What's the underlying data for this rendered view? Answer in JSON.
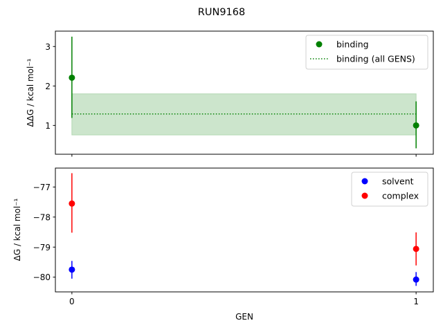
{
  "chart_data": [
    {
      "type": "scatter",
      "title": "RUN9168",
      "xlabel": "",
      "ylabel": "ΔΔG / kcal mol⁻¹",
      "xlim": [
        -0.048,
        1.05
      ],
      "ylim": [
        0.27,
        3.39
      ],
      "yticks": [
        1,
        2,
        3
      ],
      "xticks": [
        0,
        1
      ],
      "show_xticklabels": false,
      "grid": false,
      "legend": "top-right",
      "series": [
        {
          "name": "binding",
          "kind": "errorbar",
          "color": "#008000",
          "x": [
            0,
            1
          ],
          "y": [
            2.21,
            1.0
          ],
          "err_low": [
            1.19,
            0.42
          ],
          "err_high": [
            3.25,
            1.61
          ]
        },
        {
          "name": "binding (all GENS)",
          "kind": "hline-band",
          "color": "#008000",
          "band_color": "#cce5cc",
          "x": [
            0,
            1
          ],
          "y": 1.29,
          "band": [
            0.76,
            1.8
          ]
        }
      ]
    },
    {
      "type": "scatter",
      "xlabel": "GEN",
      "ylabel": "ΔG / kcal mol⁻¹",
      "xlim": [
        -0.048,
        1.05
      ],
      "ylim": [
        -80.49,
        -76.37
      ],
      "yticks": [
        -80,
        -79,
        -78,
        -77
      ],
      "ytick_labels": [
        "−80",
        "−79",
        "−78",
        "−77"
      ],
      "xticks": [
        0,
        1
      ],
      "xtick_labels": [
        "0",
        "1"
      ],
      "grid": false,
      "legend": "top-right",
      "series": [
        {
          "name": "solvent",
          "kind": "errorbar",
          "color": "#0000ff",
          "x": [
            0,
            1
          ],
          "y": [
            -79.75,
            -80.08
          ],
          "err_low": [
            -80.05,
            -80.29
          ],
          "err_high": [
            -79.46,
            -79.83
          ]
        },
        {
          "name": "complex",
          "kind": "errorbar",
          "color": "#ff0000",
          "x": [
            0,
            1
          ],
          "y": [
            -77.55,
            -79.06
          ],
          "err_low": [
            -78.52,
            -79.61
          ],
          "err_high": [
            -76.54,
            -78.51
          ]
        }
      ]
    }
  ]
}
